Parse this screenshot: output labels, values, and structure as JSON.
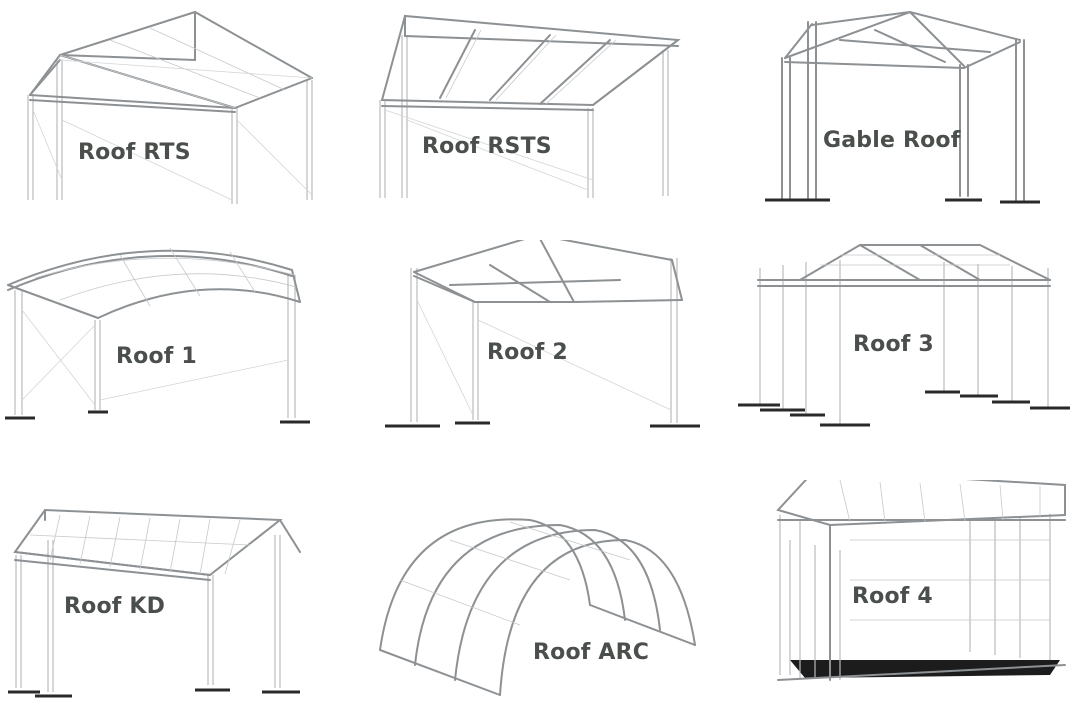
{
  "roofs": [
    {
      "name": "Roof RTS"
    },
    {
      "name": "Roof RSTS"
    },
    {
      "name": "Gable Roof"
    },
    {
      "name": "Roof 1"
    },
    {
      "name": "Roof 2"
    },
    {
      "name": "Roof 3"
    },
    {
      "name": "Roof KD"
    },
    {
      "name": "Roof ARC"
    },
    {
      "name": "Roof 4"
    }
  ],
  "colors": {
    "label": "#4a4f4c",
    "truss": "#8d9194",
    "base": "#2a2a2a"
  }
}
